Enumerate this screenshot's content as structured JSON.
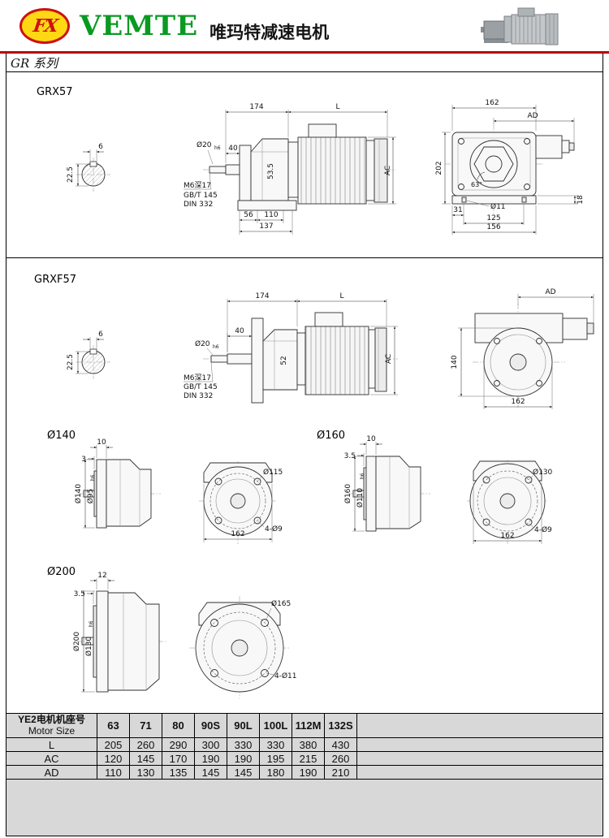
{
  "colors": {
    "brand_green": "#0a9a22",
    "logo_red": "#cc1111",
    "logo_yellow": "#ffd814",
    "rule_red": "#bb0000"
  },
  "header": {
    "logo_text": "FX",
    "brand": "VEMTE",
    "subtitle": "唯玛特减速电机",
    "series": "GR 系列"
  },
  "grx57": {
    "title": "GRX57",
    "key_w": "6",
    "key_h": "22.5",
    "d174": "174",
    "dL": "L",
    "d40": "40",
    "shaft_dia": "Ø20",
    "shaft_tol": "h6",
    "d53": "53.5",
    "dAC": "AC",
    "d56": "56",
    "d110": "110",
    "d137": "137",
    "note1": "M6深17",
    "note2": "GB/T 145",
    "note3": "DIN 332",
    "d162": "162",
    "dAD": "AD",
    "d202": "202",
    "angle63": "63°",
    "hole11": "Ø11",
    "d31": "31",
    "d125": "125",
    "d156": "156",
    "d18": "18"
  },
  "grxf57": {
    "title": "GRXF57",
    "key_w": "6",
    "key_h": "22.5",
    "d174": "174",
    "dL": "L",
    "d40": "40",
    "shaft_dia": "Ø20",
    "shaft_tol": "h6",
    "d52": "52",
    "dAC": "AC",
    "note1": "M6深17",
    "note2": "GB/T 145",
    "note3": "DIN 332",
    "dAD": "AD",
    "d140": "140",
    "d162": "162"
  },
  "flange140": {
    "title": "Ø140",
    "d10": "10",
    "d3": "3",
    "outer": "Ø140",
    "spigot": "Ø95",
    "spigot_tol": "h6",
    "bolt_circle": "Ø115",
    "d162": "162",
    "holes": "4-Ø9"
  },
  "flange160": {
    "title": "Ø160",
    "d10": "10",
    "d35": "3.5",
    "outer": "Ø160",
    "spigot": "Ø110",
    "spigot_tol": "h6",
    "bolt_circle": "Ø130",
    "d162": "162",
    "holes": "4-Ø9"
  },
  "flange200": {
    "title": "Ø200",
    "d12": "12",
    "d35": "3.5",
    "outer": "Ø200",
    "spigot": "Ø130",
    "spigot_tol": "h6",
    "bolt_circle": "Ø165",
    "holes": "4-Ø11"
  },
  "table": {
    "header_cn": "YE2电机机座号",
    "header_en": "Motor Size",
    "columns": [
      "63",
      "71",
      "80",
      "90S",
      "90L",
      "100L",
      "112M",
      "132S"
    ],
    "rows": [
      {
        "label": "L",
        "values": [
          "205",
          "260",
          "290",
          "300",
          "330",
          "330",
          "380",
          "430"
        ]
      },
      {
        "label": "AC",
        "values": [
          "120",
          "145",
          "170",
          "190",
          "190",
          "195",
          "215",
          "260"
        ]
      },
      {
        "label": "AD",
        "values": [
          "110",
          "130",
          "135",
          "145",
          "145",
          "180",
          "190",
          "210"
        ]
      }
    ]
  }
}
